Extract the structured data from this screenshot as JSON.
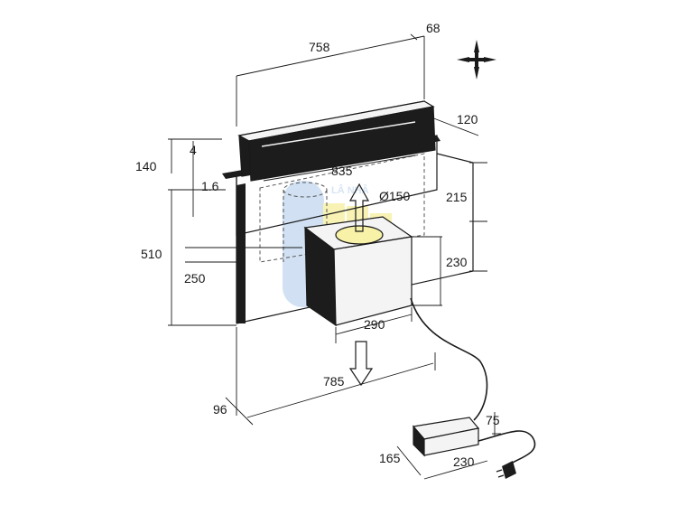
{
  "dimensions": {
    "width_758": "758",
    "depth_68": "68",
    "depth_120": "120",
    "height_140": "140",
    "gap_4": "4",
    "plate_1_6": "1.6",
    "span_835": "835",
    "duct_150": "Ø150",
    "offset_215": "215",
    "height_510": "510",
    "depth_250": "250",
    "motor_230": "230",
    "motor_290": "290",
    "base_785": "785",
    "foot_96": "96",
    "box_75": "75",
    "box_165": "165",
    "box_230": "230"
  },
  "watermark": "LÂ NHÂ",
  "colors": {
    "line": "#1a1a1a",
    "dash": "#555555",
    "watermark_blue": "#c9dcf1",
    "watermark_yellow": "#f7f2a8",
    "fill_dark": "#1c1c1c",
    "fill_light": "#f4f4f4"
  },
  "icons": [
    "compass-cross-icon",
    "airflow-up-arrow-icon",
    "airflow-down-arrow-icon",
    "power-plug-icon"
  ]
}
